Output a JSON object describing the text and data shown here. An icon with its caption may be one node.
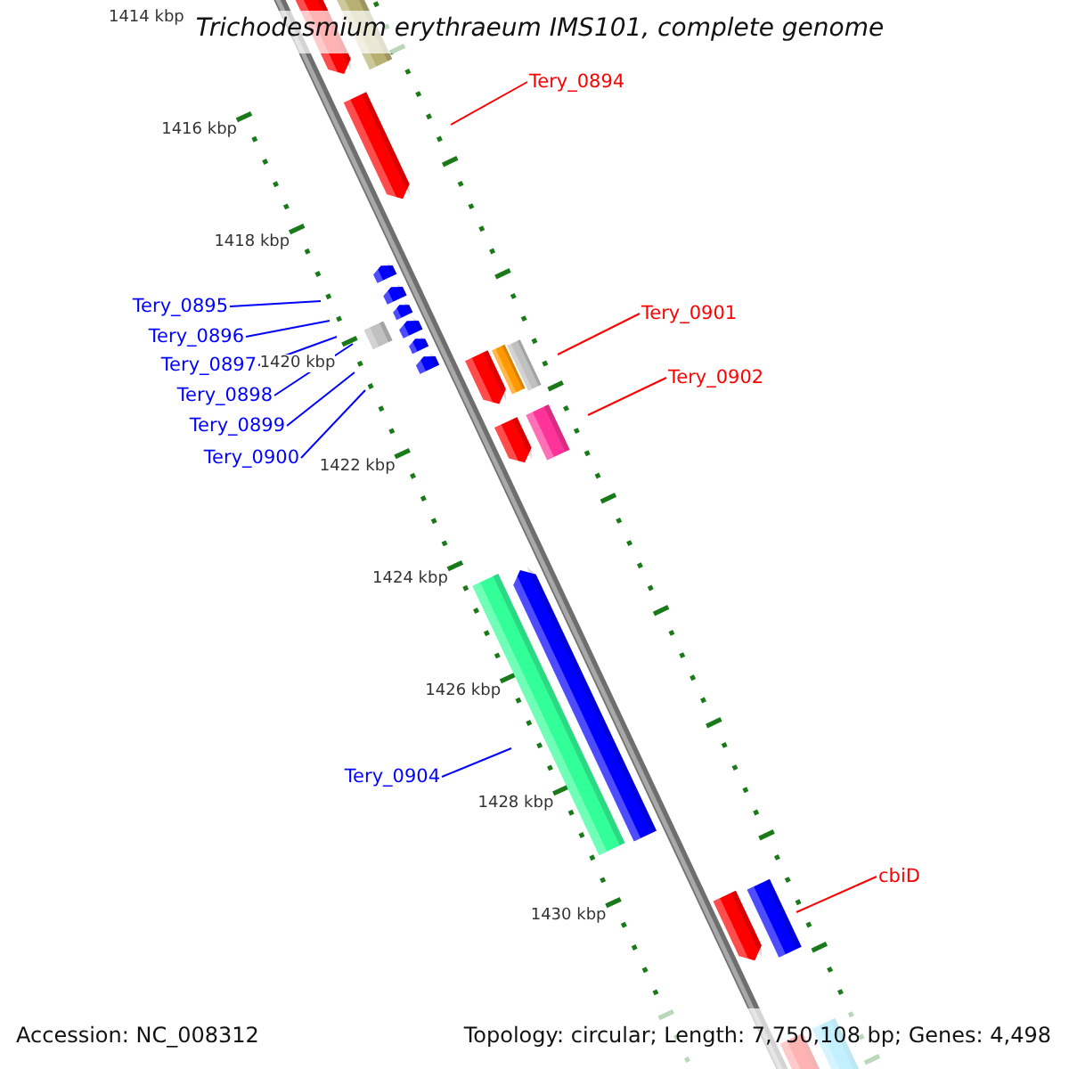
{
  "diagram": {
    "title": "Trichodesmium erythraeum IMS101, complete genome",
    "nodes": [
      {
        "text": [
          "Tery_0894"
        ]
      },
      {
        "text": [
          "Tery_0895"
        ]
      },
      {
        "text": [
          "Tery_0896"
        ]
      },
      {
        "text": [
          "Tery_0897"
        ]
      },
      {
        "text": [
          "Tery_0898"
        ]
      },
      {
        "text": [
          "Tery_0899"
        ]
      },
      {
        "text": [
          "Tery_0900"
        ]
      },
      {
        "text": [
          "Tery_0901"
        ]
      },
      {
        "text": [
          "Tery_0902"
        ]
      },
      {
        "text": [
          "Tery_0904"
        ]
      },
      {
        "text": [
          "cbiD"
        ]
      }
    ],
    "edges": [
      {
        "from": 0,
        "to": null,
        "arrow": "none",
        "color": "#ff0000"
      },
      {
        "from": 1,
        "to": null,
        "arrow": "none"
      },
      {
        "from": 2,
        "to": null,
        "arrow": "none"
      },
      {
        "from": 3,
        "to": null,
        "arrow": "none"
      },
      {
        "from": 4,
        "to": null,
        "arrow": "none"
      },
      {
        "from": 5,
        "to": null,
        "arrow": "none"
      },
      {
        "from": 6,
        "to": null,
        "arrow": "none"
      },
      {
        "from": 7,
        "to": null,
        "arrow": "none",
        "color": "#ff0000"
      },
      {
        "from": 8,
        "to": null,
        "arrow": "none",
        "color": "#ff0000"
      },
      {
        "from": 9,
        "to": null,
        "arrow": "none"
      },
      {
        "from": 10,
        "to": null,
        "arrow": "none",
        "color": "#ff0000"
      }
    ],
    "labels": [
      "1414 kbp",
      "1416 kbp",
      "1418 kbp",
      "1420 kbp",
      "1422 kbp",
      "1424 kbp",
      "1426 kbp",
      "1428 kbp",
      "1430 kbp",
      "Accession: NC_008312",
      "Topology: circular; Length: 7,750,108 bp; Genes: 4,498"
    ]
  }
}
